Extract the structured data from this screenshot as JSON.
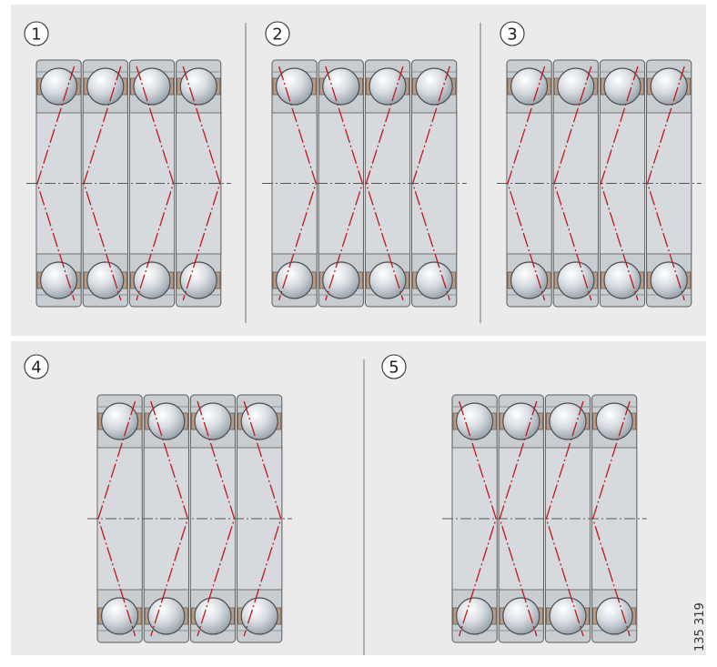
{
  "figure_number": "135 319",
  "arrangements": [
    {
      "label": "1",
      "bearings": [
        "/",
        "/",
        "\\",
        "\\"
      ]
    },
    {
      "label": "2",
      "bearings": [
        "\\",
        "\\",
        "/",
        "/"
      ]
    },
    {
      "label": "3",
      "bearings": [
        "/",
        "/",
        "/",
        "/"
      ]
    },
    {
      "label": "4",
      "bearings": [
        "/",
        "\\",
        "\\",
        "\\"
      ]
    },
    {
      "label": "5",
      "bearings": [
        "\\",
        "/",
        "/",
        "/"
      ]
    }
  ],
  "colors": {
    "background": "#ebebeb",
    "bearing_body": "#c8cdd2",
    "bearing_outline": "#5a5a5a",
    "bore": "#d6d9dd",
    "ball_highlight": "#ffffff",
    "ball_shadow": "#8f9aa4",
    "cage": "#b89b86",
    "contact_line": "#c4161c",
    "axis_line": "#555555",
    "divider": "#888888"
  }
}
